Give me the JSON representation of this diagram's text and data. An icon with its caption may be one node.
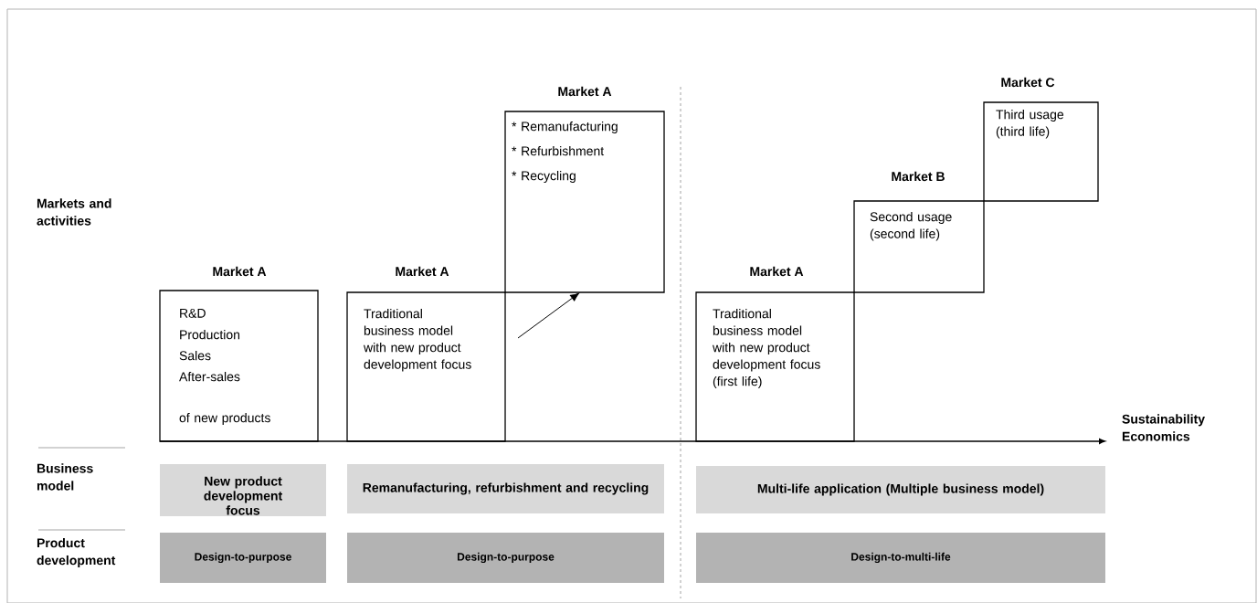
{
  "diagram": {
    "nodes": [
      {
        "text": [
          "Market A",
          "R&D",
          "Production",
          "Sales",
          "After-sales",
          "of new products"
        ]
      },
      {
        "text": [
          "Market A",
          "Traditional business model with new product development focus"
        ]
      },
      {
        "text": [
          "Market A",
          "* Remanufacturing",
          "* Refurbishment",
          "* Recycling"
        ]
      },
      {
        "text": [
          "Market A",
          "Traditional business model with new product development focus (first life)"
        ]
      },
      {
        "text": [
          "Market B",
          "Second usage (second life)"
        ]
      },
      {
        "text": [
          "Market C",
          "Third usage (third life)"
        ]
      },
      {
        "text": [
          "New product development focus"
        ]
      },
      {
        "text": [
          "Remanufacturing, refurbishment and recycling"
        ]
      },
      {
        "text": [
          "Multi-life application (Multiple business model)"
        ]
      },
      {
        "text": [
          "Design-to-purpose"
        ]
      },
      {
        "text": [
          "Design-to-purpose"
        ]
      },
      {
        "text": [
          "Design-to-multi-life"
        ]
      }
    ],
    "edges": [
      {
        "from": 1,
        "to": 2,
        "arrow": "to"
      }
    ],
    "labels": [
      "Markets and activities",
      "Sustainability Economics",
      "Business model",
      "Product development"
    ]
  }
}
